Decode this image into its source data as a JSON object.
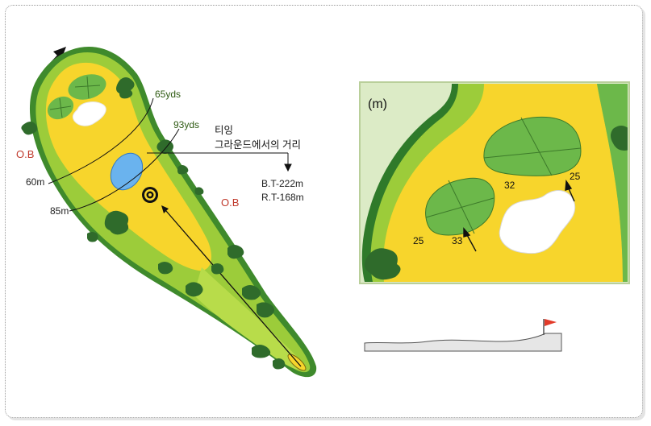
{
  "hole_map": {
    "ob_left": "O.B",
    "ob_right": "O.B",
    "marker_65": "65yds",
    "marker_93": "93yds",
    "marker_60m": "60m",
    "marker_85m": "85m",
    "tee_title_line1": "티잉",
    "tee_title_line2": "그라운드에서의 거리",
    "bt_distance": "B.T-222m",
    "rt_distance": "R.T-168m"
  },
  "green_detail": {
    "unit": "(m)",
    "depth_top": "32",
    "slope_right": "25",
    "width_left": "25",
    "approach_left": "33"
  },
  "colors": {
    "rough": "#9ccc3a",
    "fairway": "#f7d52c",
    "green": "#6cb84a",
    "bunker": "#ffffff",
    "water": "#6ab3ee",
    "trees": "#2f6b2b",
    "ob_label": "#c0392b",
    "flag": "#e23b2a"
  }
}
